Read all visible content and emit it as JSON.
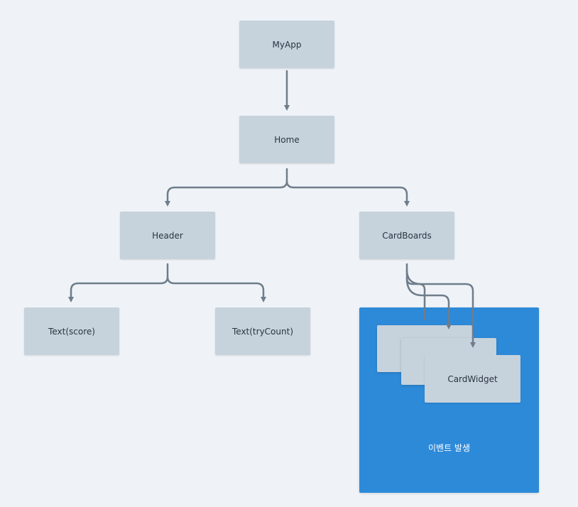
{
  "nodes": {
    "myapp": "MyApp",
    "home": "Home",
    "header": "Header",
    "cardboards": "CardBoards",
    "text_score": "Text(score)",
    "text_trycount": "Text(tryCount)",
    "cardwidget": "CardWidget"
  },
  "event_area": {
    "label": "이벤트 발생"
  },
  "colors": {
    "background": "#eff3f7",
    "node_fill": "#c6d2dc",
    "connector": "#6f7d8b",
    "event_fill": "#2d8ad9"
  }
}
